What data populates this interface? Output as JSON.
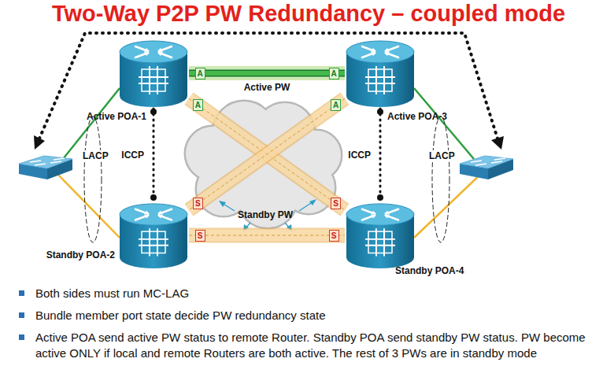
{
  "diagram": {
    "title": "Two-Way P2P PW Redundancy – coupled mode",
    "nodes": [
      {
        "text": [
          "Active POA-1"
        ]
      },
      {
        "text": [
          "Active POA-3"
        ]
      },
      {
        "text": [
          "Standby POA-2"
        ]
      },
      {
        "text": [
          "Standby POA-4"
        ]
      }
    ],
    "edges": [
      {
        "from": 0,
        "to": 1,
        "arrow": "none",
        "label": "Active PW"
      },
      {
        "from": 0,
        "to": 2,
        "arrow": "none",
        "label": "ICCP"
      },
      {
        "from": 1,
        "to": 3,
        "arrow": "none",
        "label": "ICCP"
      },
      {
        "from": 0,
        "to": 3,
        "arrow": "none"
      },
      {
        "from": 1,
        "to": 2,
        "arrow": "none"
      },
      {
        "from": 2,
        "to": 3,
        "arrow": "none"
      }
    ],
    "labels": [
      "LACP",
      "LACP",
      "Standby PW",
      "A",
      "A",
      "A",
      "A",
      "S",
      "S",
      "S",
      "S",
      "Both sides must run MC-LAG",
      "Bundle member port state decide PW redundancy state",
      "Active POA send active PW status to remote Router. Standby POA send standby PW status. PW become active ONLY if local and remote Routers are both active. The rest of 3 PWs are in standby mode"
    ]
  }
}
